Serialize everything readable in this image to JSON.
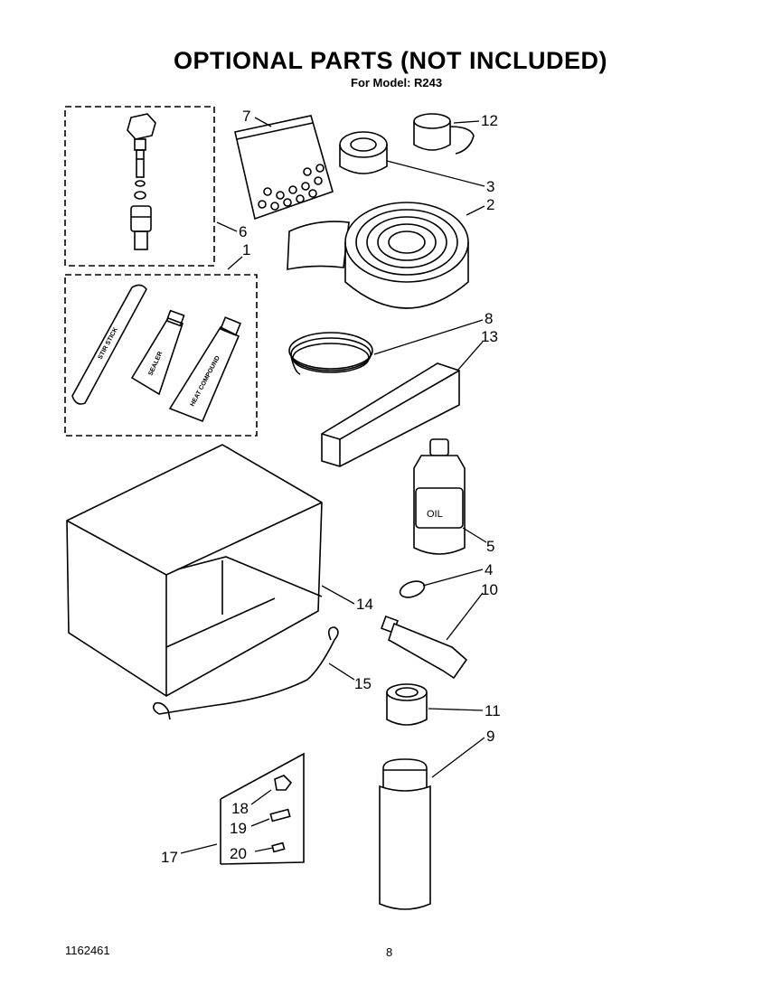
{
  "title": "OPTIONAL PARTS (NOT INCLUDED)",
  "subtitle": "For Model: R243",
  "footer_code": "1162461",
  "page_number": "8",
  "callouts": {
    "c1": "1",
    "c2": "2",
    "c3": "3",
    "c4": "4",
    "c5": "5",
    "c6": "6",
    "c7": "7",
    "c8": "8",
    "c9": "9",
    "c10": "10",
    "c11": "11",
    "c12": "12",
    "c13": "13",
    "c14": "14",
    "c15": "15",
    "c17": "17",
    "c18": "18",
    "c19": "19",
    "c20": "20"
  },
  "item_text": {
    "oil_label": "OIL",
    "stick_label": "STIR STICK",
    "tube1_label": "SEALER",
    "tube2_label": "HEAT COMPOUND"
  }
}
